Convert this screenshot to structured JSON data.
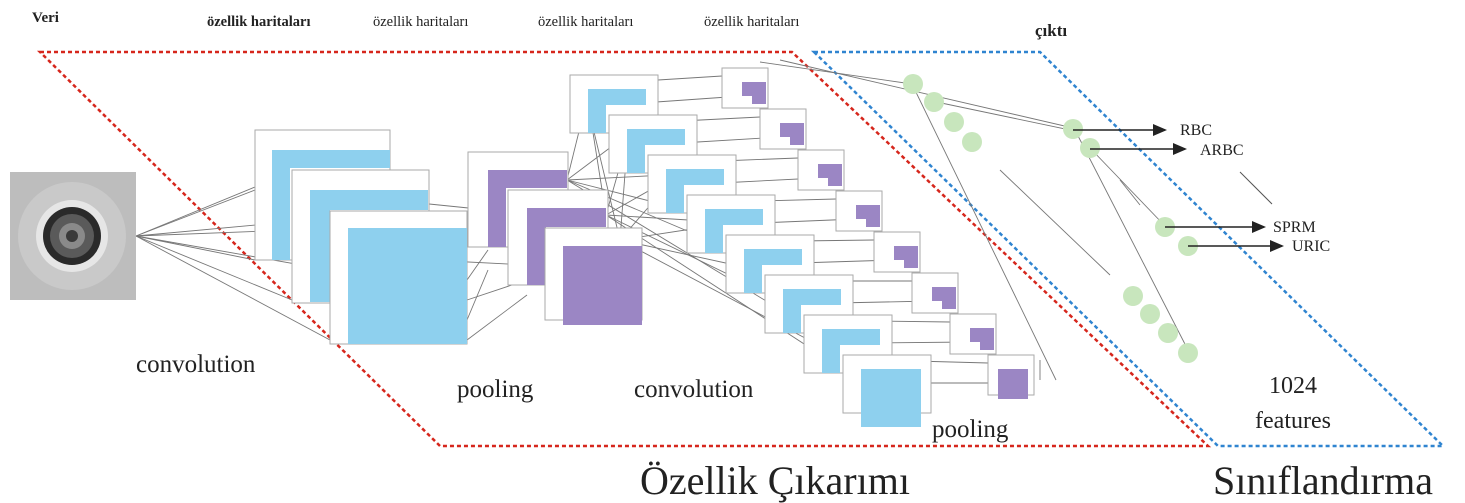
{
  "headings": {
    "input": "Veri",
    "feature_maps": [
      "özellik haritaları",
      "özellik haritaları",
      "özellik haritaları",
      "özellik haritaları"
    ],
    "output": "çıktı"
  },
  "layers": {
    "conv1": "convolution",
    "pool1": "pooling",
    "conv2": "convolution",
    "pool2": "pooling",
    "features": [
      "1024",
      "features"
    ]
  },
  "outputs": [
    "RBC",
    "ARBC",
    "SPRM",
    "URIC"
  ],
  "sections": {
    "extraction": "Özellik Çıkarımı",
    "classification": "Sınıflandırma"
  },
  "colors": {
    "conv_map": "#8ed0ee",
    "pool_map": "#9b86c4",
    "neuron": "#c8e6bd",
    "extraction_border": "#d6261c",
    "classification_border": "#2f84d0"
  },
  "icons": [
    "cell-input-image",
    "arrow-right-icon"
  ]
}
